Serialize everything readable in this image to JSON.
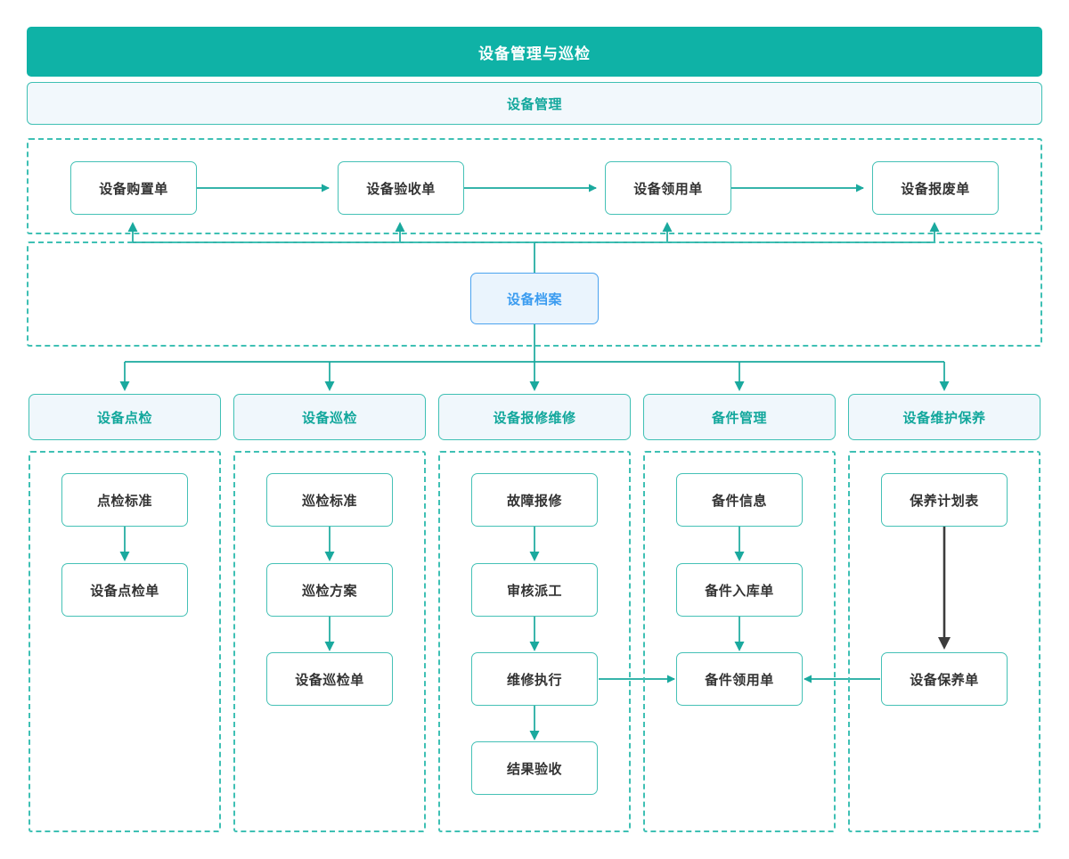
{
  "header": {
    "title": "设备管理与巡检",
    "section_label": "设备管理"
  },
  "colors": {
    "header_bg": "#0fb2a6",
    "header_text": "#ffffff",
    "teal_border": "#45c1b6",
    "teal_text": "#12a79c",
    "section_bg": "#f2f8fc",
    "archive_border": "#4ba3ef",
    "archive_bg": "#eaf4fd",
    "archive_text": "#3b9cf0",
    "node_text": "#333333",
    "dashed_border": "#3fc0b4",
    "dark_arrow": "#3c3c3c",
    "page_bg": "#ffffff"
  },
  "procurement_row": {
    "nodes": [
      {
        "label": "设备购置单"
      },
      {
        "label": "设备验收单"
      },
      {
        "label": "设备领用单"
      },
      {
        "label": "设备报废单"
      }
    ]
  },
  "archive": {
    "label": "设备档案"
  },
  "categories": [
    {
      "header": "设备点检",
      "nodes": [
        {
          "label": "点检标准"
        },
        {
          "label": "设备点检单"
        }
      ]
    },
    {
      "header": "设备巡检",
      "nodes": [
        {
          "label": "巡检标准"
        },
        {
          "label": "巡检方案"
        },
        {
          "label": "设备巡检单"
        }
      ]
    },
    {
      "header": "设备报修维修",
      "nodes": [
        {
          "label": "故障报修"
        },
        {
          "label": "审核派工"
        },
        {
          "label": "维修执行"
        },
        {
          "label": "结果验收"
        }
      ]
    },
    {
      "header": "备件管理",
      "nodes": [
        {
          "label": "备件信息"
        },
        {
          "label": "备件入库单"
        },
        {
          "label": "备件领用单"
        }
      ]
    },
    {
      "header": "设备维护保养",
      "nodes": [
        {
          "label": "保养计划表"
        },
        {
          "label": "设备保养单"
        }
      ]
    }
  ]
}
